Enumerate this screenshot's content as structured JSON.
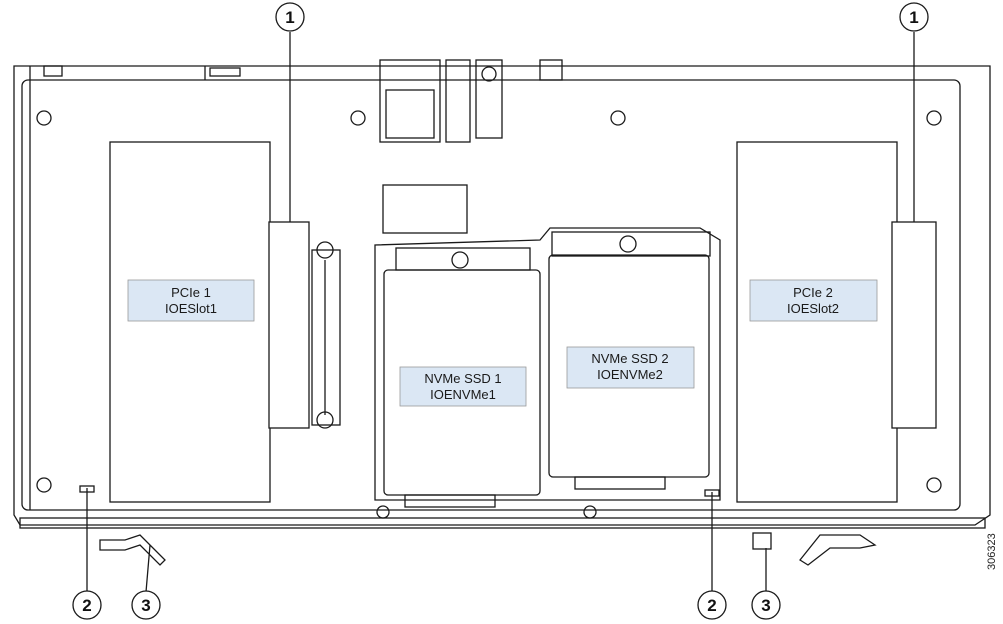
{
  "labels": {
    "pcie1_line1": "PCIe 1",
    "pcie1_line2": "IOESlot1",
    "pcie2_line1": "PCIe 2",
    "pcie2_line2": "IOESlot2",
    "ssd1_line1": "NVMe SSD 1",
    "ssd1_line2": "IOENVMe1",
    "ssd2_line1": "NVMe SSD 2",
    "ssd2_line2": "IOENVMe2"
  },
  "callouts": {
    "c1_left": "1",
    "c1_right": "1",
    "c2_left": "2",
    "c3_left": "3",
    "c2_right": "2",
    "c3_right": "3"
  },
  "figure_id": "306323",
  "colors": {
    "line": "#1a1a1a",
    "label_fill": "#dbe7f4",
    "panel_fill": "#ffffff"
  }
}
